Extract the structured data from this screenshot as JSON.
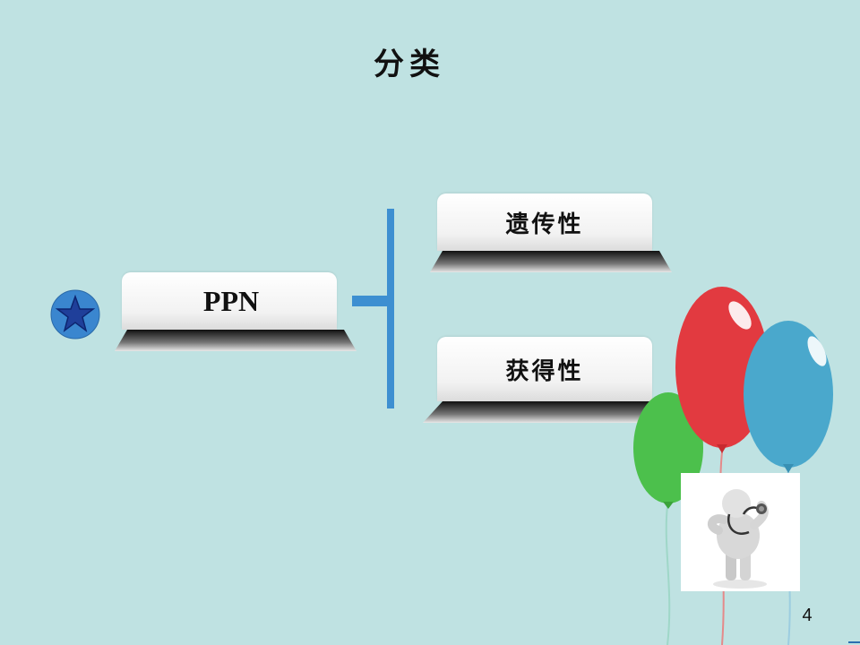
{
  "slide": {
    "title": "分类",
    "page_number": "4"
  },
  "diagram": {
    "root": {
      "label": "PPN"
    },
    "branches": [
      {
        "label": "遗传性"
      },
      {
        "label": "获得性"
      }
    ]
  },
  "colors": {
    "background": "#bfe2e2",
    "connector": "#3d8fd1",
    "star_badge": "#3a86cf",
    "balloon_red": "#e23a40",
    "balloon_blue": "#4aa8cc",
    "balloon_green": "#4cc04c"
  },
  "icons": {
    "badge": "star-icon",
    "decoration": "balloons-illustration",
    "photo": "person-with-stethoscope-figure"
  }
}
